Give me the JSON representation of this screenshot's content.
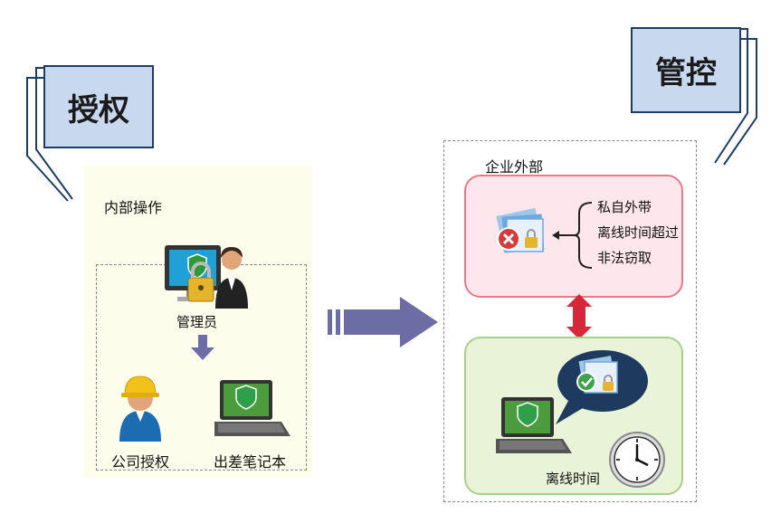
{
  "authorize": {
    "title": "授权",
    "section_label": "内部操作",
    "admin_label": "管理员",
    "company_auth_label": "公司授权",
    "laptop_label": "出差笔记本"
  },
  "control": {
    "title": "管控",
    "section_label": "企业外部",
    "threats": [
      "私自外带",
      "离线时间超过",
      "非法窃取"
    ],
    "offline_label": "离线时间"
  },
  "icons": {
    "admin": "admin-computer-lock-icon",
    "company_user": "worker-helmet-icon",
    "laptop": "shield-laptop-icon",
    "blocked_doc": "blocked-document-icon",
    "approved_doc": "approved-document-icon",
    "clock": "clock-icon"
  },
  "colors": {
    "title_box_fill": "#c8d8ef",
    "title_box_border": "#1d3d63",
    "left_panel": "#fdfdec",
    "red_box_fill": "#fde7ec",
    "red_box_border": "#e87a86",
    "green_box_fill": "#e8f3d8",
    "green_box_border": "#a8d08a",
    "big_arrow": "#6d6da6"
  }
}
